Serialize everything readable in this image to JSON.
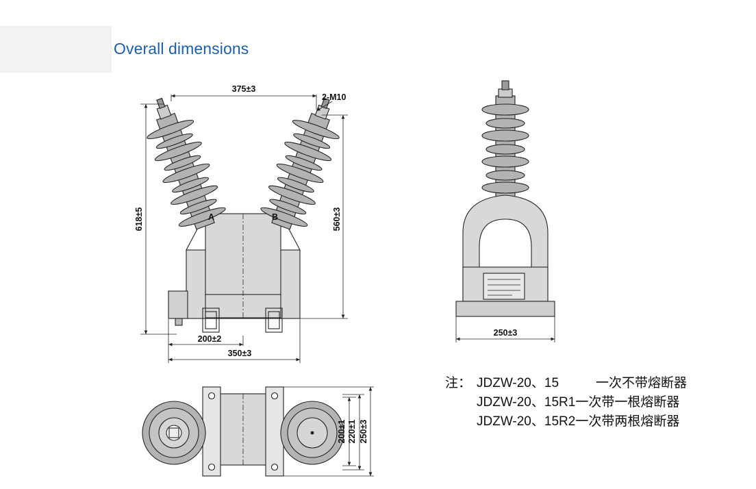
{
  "header": {
    "title": "Overall dimensions"
  },
  "front_view": {
    "dim_top": "375±3",
    "thread": "2-M10",
    "height_total": "618±5",
    "height_inner": "560±3",
    "base_inner": "200±2",
    "base_outer": "350±3",
    "terminal_a": "A",
    "terminal_b": "B"
  },
  "side_view": {
    "dim_base": "250±3"
  },
  "top_view": {
    "dim_1": "200±1",
    "dim_2": "220±1",
    "dim_3": "250±3"
  },
  "notes": {
    "label": "注：",
    "rows": [
      {
        "model": "JDZW-20、15",
        "desc": "一次不带熔断器"
      },
      {
        "model": "JDZW-20、15R1",
        "desc": "一次带一根熔断器"
      },
      {
        "model": "JDZW-20、15R2",
        "desc": "一次带两根熔断器"
      }
    ]
  },
  "colors": {
    "title": "#1d5fa6",
    "body_fill": "#d8d8d8",
    "insulator_fill": "#b3b3b3",
    "line": "#222222"
  }
}
